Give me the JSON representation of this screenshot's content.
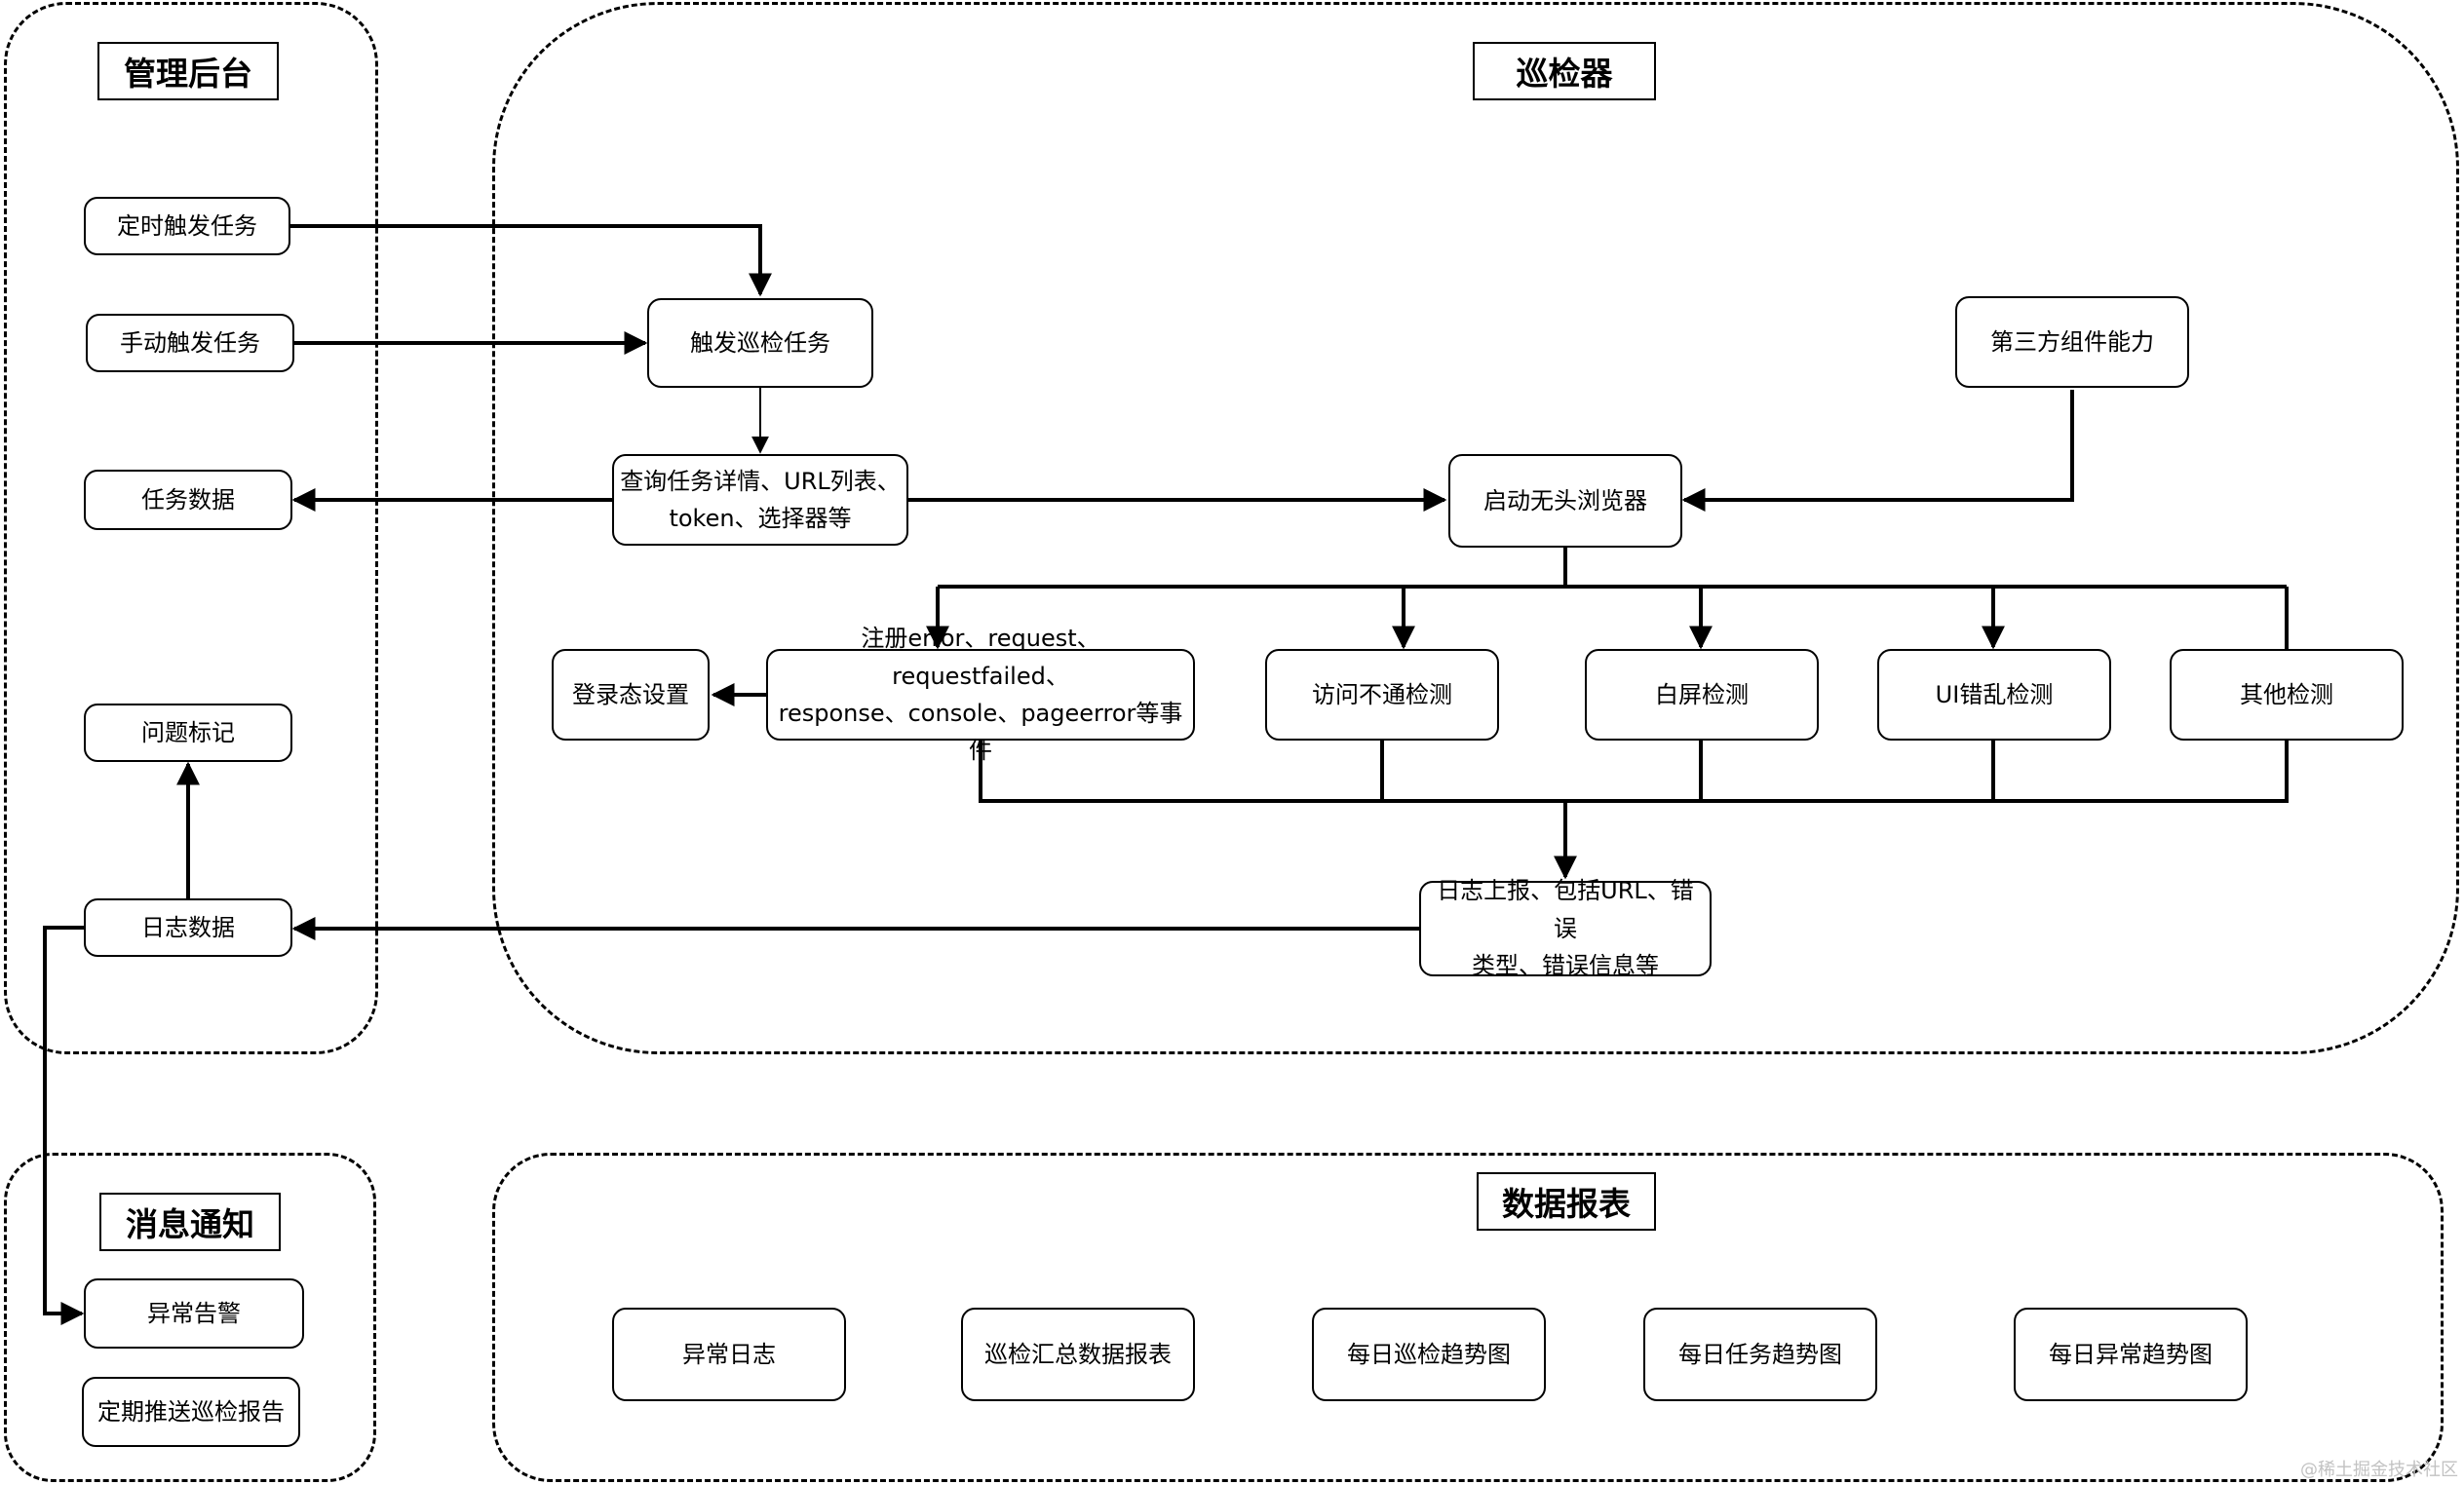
{
  "groups": {
    "admin": {
      "title": "管理后台"
    },
    "inspector": {
      "title": "巡检器"
    },
    "notify": {
      "title": "消息通知"
    },
    "report": {
      "title": "数据报表"
    }
  },
  "nodes": {
    "timed_trigger": "定时触发任务",
    "manual_trigger": "手动触发任务",
    "task_data": "任务数据",
    "issue_mark": "问题标记",
    "log_data": "日志数据",
    "trigger_inspection": "触发巡检任务",
    "query_task": "查询任务详情、URL列表、\ntoken、选择器等",
    "start_browser": "启动无头浏览器",
    "third_party": "第三方组件能力",
    "login_state": "登录态设置",
    "register_events": "注册error、request、requestfailed、\nresponse、console、pageerror等事件",
    "access_check": "访问不通检测",
    "white_screen": "白屏检测",
    "ui_check": "UI错乱检测",
    "other_check": "其他检测",
    "log_report": "日志上报、包括URL、错误\n类型、错误信息等",
    "alarm": "异常告警",
    "periodic_report": "定期推送巡检报告",
    "error_log": "异常日志",
    "summary_report": "巡检汇总数据报表",
    "daily_inspection": "每日巡检趋势图",
    "daily_task": "每日任务趋势图",
    "daily_error": "每日异常趋势图"
  },
  "watermark": "@稀土掘金技术社区"
}
